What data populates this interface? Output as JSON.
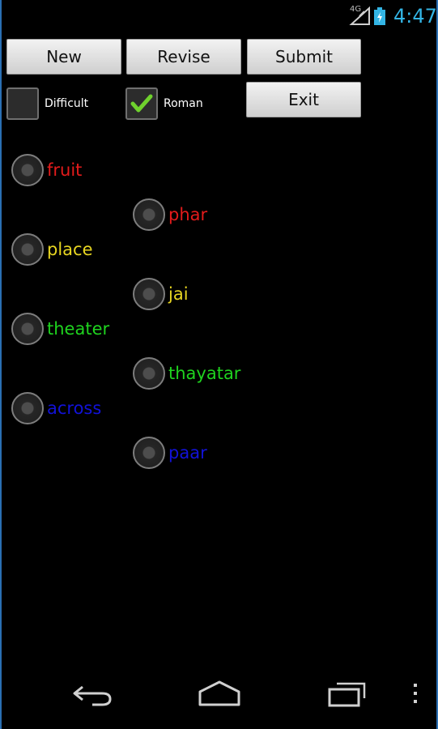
{
  "status_bar": {
    "network": "4G",
    "time": "4:47"
  },
  "buttons": {
    "new": "New",
    "revise": "Revise",
    "submit": "Submit",
    "exit": "Exit"
  },
  "checkboxes": {
    "difficult": {
      "label": "Difficult",
      "checked": false
    },
    "roman": {
      "label": "Roman",
      "checked": true
    }
  },
  "words": [
    {
      "text": "fruit",
      "color": "#e31b1b"
    },
    {
      "text": "phar",
      "color": "#e31b1b"
    },
    {
      "text": "place",
      "color": "#e8d621"
    },
    {
      "text": "jai",
      "color": "#e8d621"
    },
    {
      "text": "theater",
      "color": "#1fd31f"
    },
    {
      "text": "thayatar",
      "color": "#1fd31f"
    },
    {
      "text": "across",
      "color": "#1212d8"
    },
    {
      "text": "paar",
      "color": "#1212d8"
    }
  ],
  "colors": {
    "accent_clock": "#33b5e5",
    "check_mark": "#6fd12d"
  },
  "nav_icons": [
    "back-icon",
    "home-icon",
    "recent-apps-icon",
    "menu-icon"
  ]
}
